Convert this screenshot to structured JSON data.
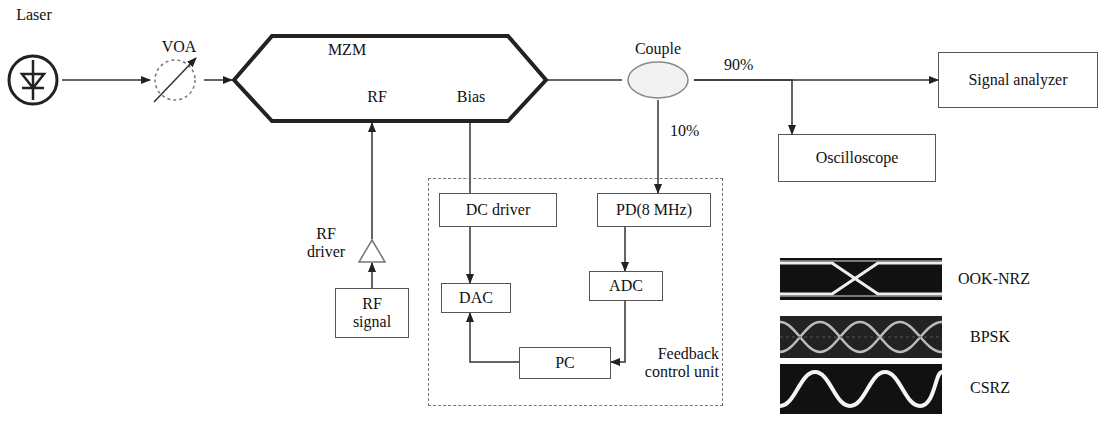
{
  "diagram": {
    "nodes": [
      {
        "text": [
          "Laser"
        ]
      },
      {
        "text": [
          "VOA"
        ]
      },
      {
        "text": [
          "MZM",
          "RF",
          "Bias"
        ]
      },
      {
        "text": [
          "Couple"
        ]
      },
      {
        "text": [
          "Signal analyzer"
        ]
      },
      {
        "text": [
          "Oscilloscope"
        ]
      },
      {
        "text": [
          "RF driver"
        ]
      },
      {
        "text": [
          "Feedback control unit"
        ]
      },
      {
        "text": [
          "DC driver"
        ],
        "in": 7
      },
      {
        "text": [
          "PD(8 MHz)"
        ],
        "in": 7
      },
      {
        "text": [
          "DAC"
        ],
        "in": 7
      },
      {
        "text": [
          "ADC"
        ],
        "in": 7
      },
      {
        "text": [
          "PC"
        ],
        "in": 7
      },
      {
        "text": [
          "RF signal"
        ]
      }
    ],
    "edges": [
      {
        "from": 0,
        "to": 1,
        "arrow": "to"
      },
      {
        "from": 1,
        "to": 2,
        "arrow": "to"
      },
      {
        "from": 2,
        "to": 3,
        "arrow": "none"
      },
      {
        "from": 3,
        "to": 4,
        "label": "90%",
        "arrow": "to"
      },
      {
        "from": 3,
        "to": 5,
        "arrow": "to"
      },
      {
        "from": 3,
        "to": 9,
        "label": "10%",
        "arrow": "to"
      },
      {
        "from": 6,
        "to": 2,
        "arrow": "to"
      },
      {
        "from": 13,
        "to": 6,
        "arrow": "to"
      },
      {
        "from": 8,
        "to": 2,
        "arrow": "none"
      },
      {
        "from": 8,
        "to": 10,
        "arrow": "to"
      },
      {
        "from": 9,
        "to": 11,
        "arrow": "to"
      },
      {
        "from": 11,
        "to": 12,
        "arrow": "to"
      },
      {
        "from": 12,
        "to": 10,
        "arrow": "to"
      }
    ],
    "labels": [
      "OOK-NRZ",
      "BPSK",
      "CSRZ"
    ]
  }
}
